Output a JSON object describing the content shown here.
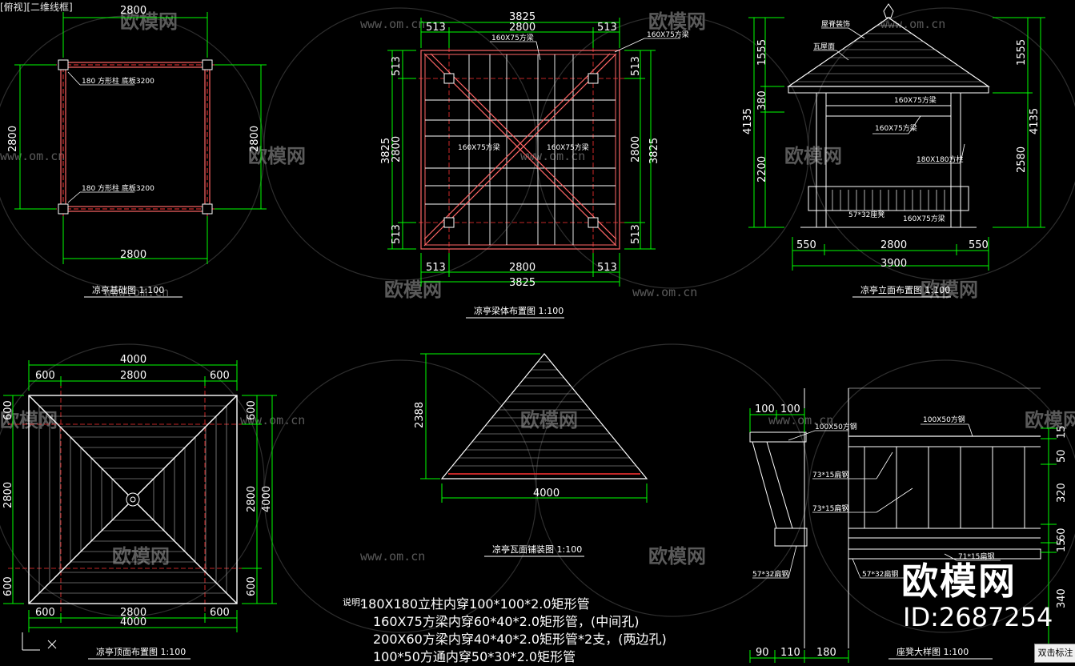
{
  "viewport_label": "[俯视][二维线框]",
  "watermark": {
    "brand": "欧模网",
    "url": "www.om.cn"
  },
  "brand": {
    "name": "欧模网",
    "id": "ID:2687254"
  },
  "status_button": "双击标注",
  "views": {
    "foundation": {
      "title": "凉亭基础图 1:100",
      "dims": {
        "top": "2800",
        "bottom": "2800",
        "left": "2800",
        "right": "2800"
      },
      "labels": [
        "180 方形柱 底板3200",
        "180 方形柱 底板3200"
      ]
    },
    "beam": {
      "title": "凉亭梁体布置图 1:100",
      "dims": {
        "top_total": "3825",
        "top_mid": "2800",
        "top_a": "513",
        "top_b": "513",
        "bottom_total": "3825",
        "bottom_mid": "2800",
        "bottom_a": "513",
        "bottom_b": "513",
        "left_total": "3825",
        "left_mid": "2800",
        "left_a": "513",
        "left_b": "513",
        "right_total": "3825",
        "right_mid": "2800",
        "right_a": "513",
        "right_b": "513"
      },
      "labels": [
        "160X75方梁",
        "160X75方梁",
        "160X75方梁",
        "160X75方梁"
      ]
    },
    "elevation": {
      "title": "凉亭立面布置图 1:100",
      "dims": {
        "left_roof": "1555",
        "left_beam": "380",
        "left_total": "4135",
        "left_body": "2200",
        "right_roof": "1555",
        "right_total": "4135",
        "right_body": "2580",
        "bottom_l": "550",
        "bottom_mid": "2800",
        "bottom_r": "550",
        "bottom_total": "3900"
      },
      "labels": [
        "屋脊装饰",
        "瓦屋面",
        "160X75方梁",
        "160X75方梁",
        "180X180方柱",
        "57*32座凳",
        "160X75方梁"
      ]
    },
    "roof_plan": {
      "title": "凉亭顶面布置图 1:100",
      "dims": {
        "top_total": "4000",
        "top_a": "600",
        "top_mid": "2800",
        "top_b": "600",
        "bottom_total": "4000",
        "bottom_a": "600",
        "bottom_mid": "2800",
        "bottom_b": "600",
        "left_a": "600",
        "left_mid": "2800",
        "left_b": "600",
        "right_a": "600",
        "right_mid": "2800",
        "right_total": "4000",
        "right_b": "600"
      }
    },
    "roof_detail": {
      "title": "凉亭瓦面铺装图 1:100",
      "dims": {
        "height": "2388",
        "width": "4000"
      }
    },
    "seat_detail": {
      "title": "座凳大样图 1:100",
      "dims": {
        "top_a": "100",
        "top_b": "100",
        "r1": "15",
        "r2": "50",
        "r3": "320",
        "r4": "60",
        "r5": "15",
        "r6": "340",
        "b1": "90",
        "b2": "110",
        "b3": "180"
      },
      "labels": [
        "100X50方钢",
        "100X50方钢",
        "73*15扁钢",
        "73*15扁钢",
        "57*32扁钢",
        "57*32扁钢",
        "71*15扁钢"
      ]
    }
  },
  "notes": {
    "heading": "说明:",
    "lines": [
      "180X180立柱内穿100*100*2.0矩形管",
      "160X75方梁内穿60*40*2.0矩形管，(中间孔)",
      "200X60方梁内穿40*40*2.0矩形管*2支，(两边孔)",
      "100*50方通内穿50*30*2.0矩形管"
    ]
  }
}
